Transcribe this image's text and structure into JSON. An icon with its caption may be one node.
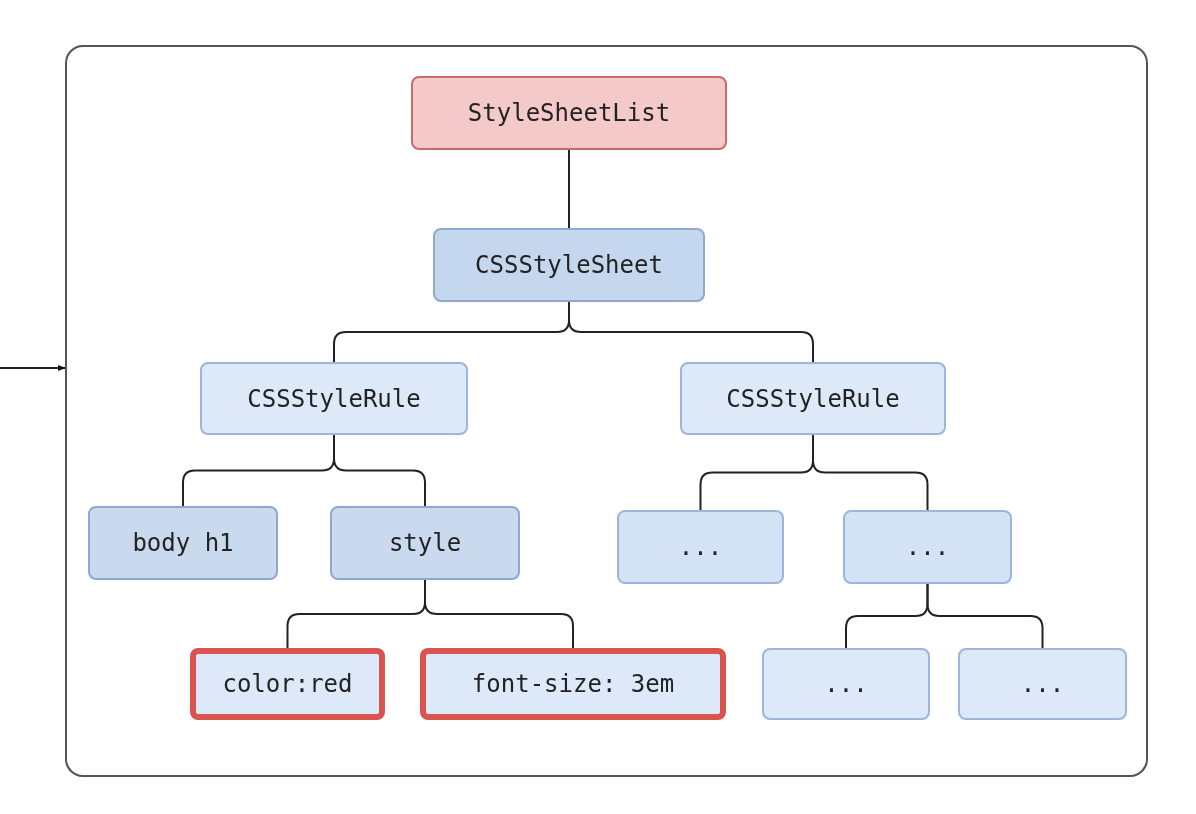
{
  "diagram": {
    "nodes": [
      {
        "text": [],
        "shape": "box"
      },
      {
        "text": [
          "StyleSheetList"
        ],
        "in": 0
      },
      {
        "text": [
          "CSSStyleSheet"
        ],
        "in": 0
      },
      {
        "text": [
          "CSSStyleRule"
        ],
        "in": 0
      },
      {
        "text": [
          "CSSStyleRule"
        ],
        "in": 0
      },
      {
        "text": [
          "body h1"
        ],
        "in": 0
      },
      {
        "text": [
          "style"
        ],
        "in": 0
      },
      {
        "text": [
          "..."
        ],
        "in": 0
      },
      {
        "text": [
          "..."
        ],
        "in": 0
      },
      {
        "text": [
          "color:red"
        ],
        "in": 0
      },
      {
        "text": [
          "font-size: 3em"
        ],
        "in": 0
      },
      {
        "text": [
          "..."
        ],
        "in": 0
      },
      {
        "text": [
          "..."
        ],
        "in": 0
      }
    ],
    "edges": [
      {
        "from": null,
        "to": 0,
        "arrow": "to"
      },
      {
        "from": 1,
        "to": 2,
        "arrow": "none"
      },
      {
        "from": 2,
        "to": 3,
        "arrow": "none"
      },
      {
        "from": 2,
        "to": 4,
        "arrow": "none"
      },
      {
        "from": 3,
        "to": 5,
        "arrow": "none"
      },
      {
        "from": 3,
        "to": 6,
        "arrow": "none"
      },
      {
        "from": 4,
        "to": 7,
        "arrow": "none"
      },
      {
        "from": 4,
        "to": 8,
        "arrow": "none"
      },
      {
        "from": 6,
        "to": 9,
        "arrow": "none"
      },
      {
        "from": 6,
        "to": 10,
        "arrow": "none"
      },
      {
        "from": 8,
        "to": 11,
        "arrow": "none"
      },
      {
        "from": 8,
        "to": 12,
        "arrow": "none"
      }
    ]
  }
}
